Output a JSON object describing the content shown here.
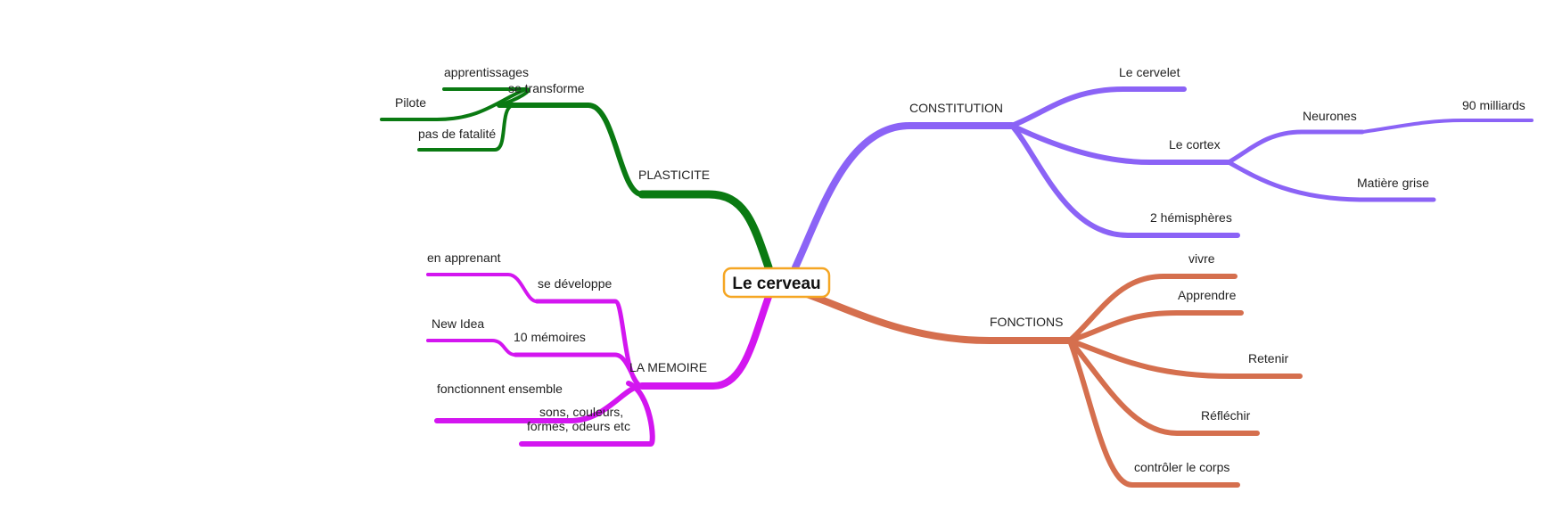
{
  "map": {
    "root": "Le cerveau",
    "colors": {
      "plasticite": "#0a7a12",
      "constitution": "#8b63f6",
      "memoire": "#d316f0",
      "fonctions": "#d56f4e",
      "root_border": "#f5a623"
    },
    "plasticite": {
      "label": "PLASTICITE",
      "se_transforme": "se transforme",
      "apprentissages": "apprentissages",
      "pilote": "Pilote",
      "pas_de_fatalite": "pas de fatalité"
    },
    "constitution": {
      "label": "CONSTITUTION",
      "cervelet": "Le cervelet",
      "cortex": "Le cortex",
      "neurones": "Neurones",
      "milliards": "90 milliards",
      "matiere_grise": "Matière grise",
      "hemispheres": "2 hémisphères"
    },
    "memoire": {
      "label": "LA MEMOIRE",
      "se_developpe": "se développe",
      "en_apprenant": "en apprenant",
      "dix_memoires": "10 mémoires",
      "new_idea": "New Idea",
      "fonctionnent": "fonctionnent ensemble",
      "sons_line1": "sons,  couleurs,",
      "sons_line2": "formes,  odeurs  etc"
    },
    "fonctions": {
      "label": "FONCTIONS",
      "vivre": "vivre",
      "apprendre": "Apprendre",
      "retenir": "Retenir",
      "reflechir": "Réfléchir",
      "controler": "contrôler le corps"
    }
  }
}
